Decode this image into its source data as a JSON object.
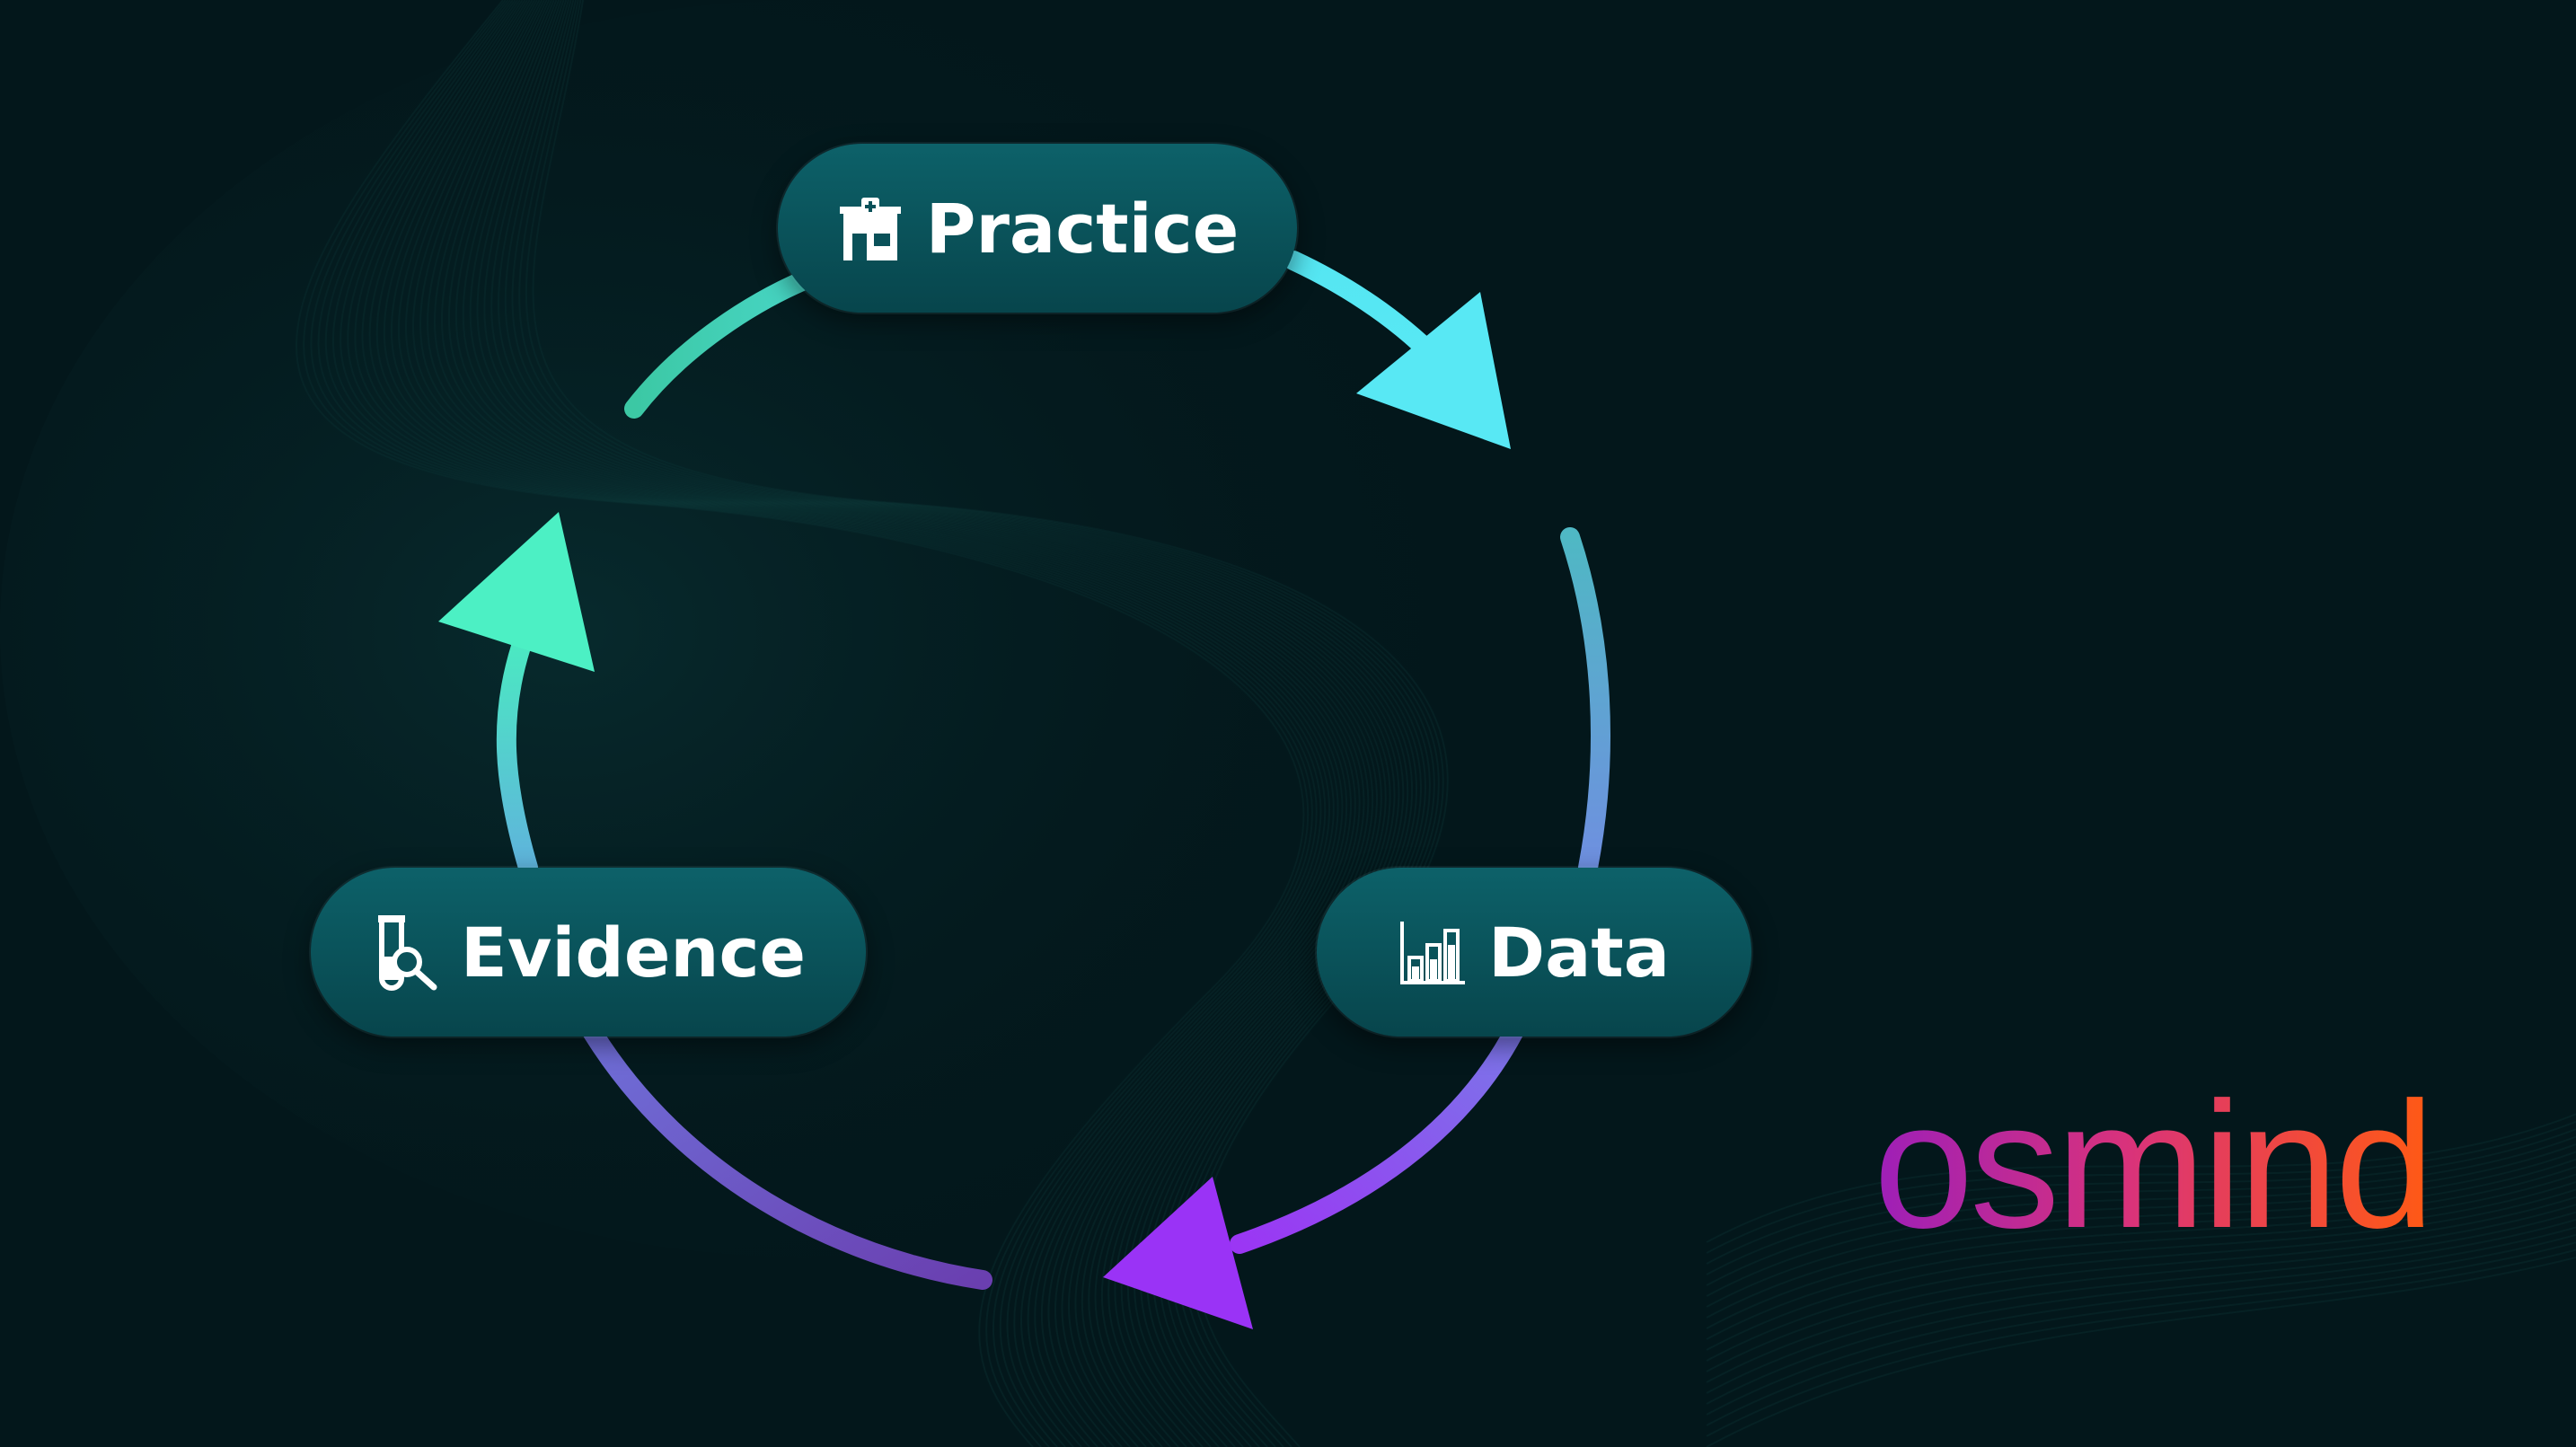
{
  "nodes": {
    "practice": {
      "label": "Practice",
      "icon": "clinic-building-icon"
    },
    "data": {
      "label": "Data",
      "icon": "bar-chart-icon"
    },
    "evidence": {
      "label": "Evidence",
      "icon": "test-tube-magnifier-icon"
    }
  },
  "cycle_order": [
    "practice",
    "data",
    "evidence"
  ],
  "logo": {
    "text": "osmind"
  },
  "colors": {
    "background": "#03171b",
    "pill_top": "#0d6169",
    "pill_bottom": "#07454c",
    "arrow_teal": "#3dd4b6",
    "arrow_cyan": "#58e8f4",
    "arrow_blue": "#6fa6d6",
    "arrow_purple": "#9933f2",
    "logo_gradient": [
      "#9d1fb8",
      "#d8327c",
      "#f0483f",
      "#ff5a14"
    ]
  }
}
